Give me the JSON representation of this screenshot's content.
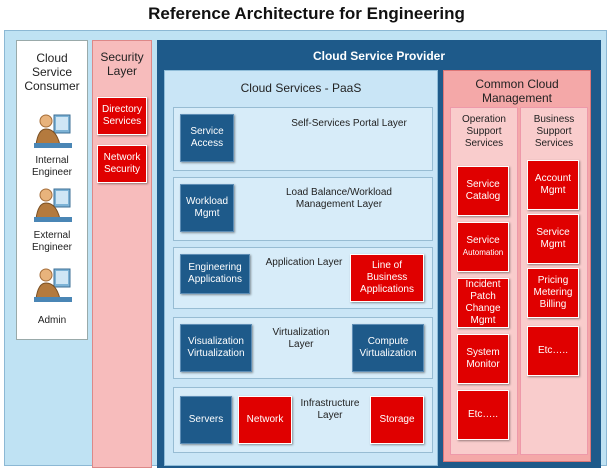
{
  "title": "Reference Architecture for Engineering",
  "consumer": {
    "header": [
      "Cloud",
      "Service",
      "Consumer"
    ],
    "persons": [
      [
        "Internal",
        "Engineer"
      ],
      [
        "External",
        "Engineer"
      ],
      [
        "Admin"
      ]
    ]
  },
  "security": {
    "header": [
      "Security",
      "Layer"
    ],
    "items": [
      [
        "Directory",
        "Services"
      ],
      [
        "Network",
        "Security"
      ]
    ]
  },
  "csp": {
    "header": "Cloud Service Provider"
  },
  "paas": {
    "header": "Cloud Services - PaaS",
    "layers": {
      "portal": {
        "label": [
          "Self-Services Portal Layer"
        ],
        "boxes": [
          [
            "Service",
            "Access"
          ]
        ]
      },
      "loadbalance": {
        "label": [
          "Load Balance/Workload",
          "Management Layer"
        ],
        "boxes": [
          [
            "Workload",
            "Mgmt"
          ]
        ]
      },
      "application": {
        "label": [
          "Application Layer"
        ],
        "boxes": [
          [
            "Engineering",
            "Applications"
          ],
          [
            "Line of",
            "Business",
            "Applications"
          ]
        ]
      },
      "virtualization": {
        "label": [
          "Virtualization",
          "Layer"
        ],
        "boxes": [
          [
            "Visualization",
            "Virtualization"
          ],
          [
            "Compute",
            "Virtualization"
          ]
        ]
      },
      "infrastructure": {
        "label": [
          "Infrastructure",
          "Layer"
        ],
        "boxes": [
          [
            "Servers"
          ],
          [
            "Network"
          ],
          [
            "Storage"
          ]
        ]
      }
    }
  },
  "ccm": {
    "header": [
      "Common Cloud",
      "Management"
    ],
    "oss": {
      "header": [
        "Operation",
        "Support",
        "Services"
      ],
      "items": [
        [
          "Service",
          "Catalog"
        ],
        [
          "Service",
          "Automation"
        ],
        [
          "Incident",
          "Patch",
          "Change",
          "Mgmt"
        ],
        [
          "System",
          "Monitor"
        ],
        [
          "Etc….."
        ]
      ]
    },
    "bss": {
      "header": [
        "Business",
        "Support",
        "Services"
      ],
      "items": [
        [
          "Account",
          "Mgmt"
        ],
        [
          "Service",
          "Mgmt"
        ],
        [
          "Pricing",
          "Metering",
          "Billing"
        ],
        [
          "Etc….."
        ]
      ]
    }
  },
  "colors": {
    "red": "#e00000",
    "navy": "#1e5a8a",
    "pink": "#f4a8a8",
    "light_blue": "#c9e5f6"
  }
}
